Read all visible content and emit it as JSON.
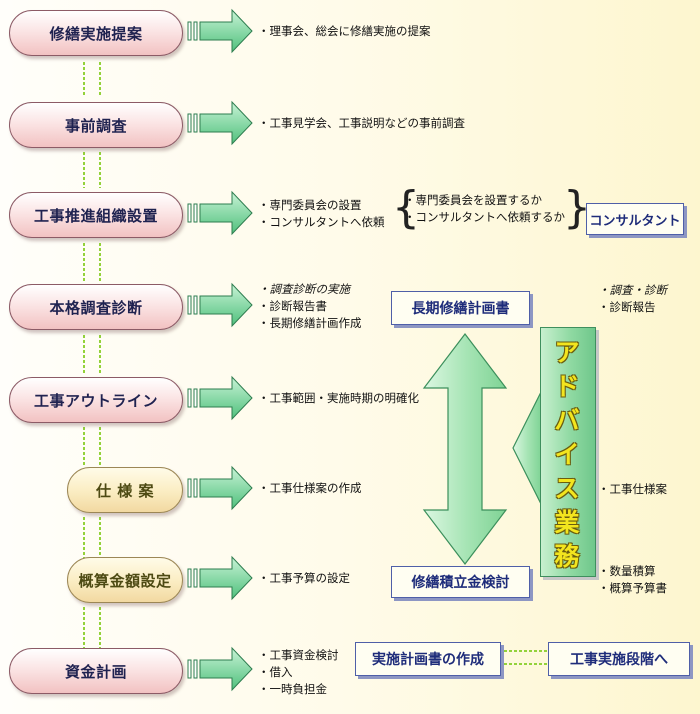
{
  "steps": [
    {
      "label": "修繕実施提案"
    },
    {
      "label": "事前調査"
    },
    {
      "label": "工事推進組織設置"
    },
    {
      "label": "本格調査診断"
    },
    {
      "label": "工事アウトライン"
    },
    {
      "label": "仕 様 案"
    },
    {
      "label": "概算金額設定"
    },
    {
      "label": "資金計画"
    }
  ],
  "descriptions": {
    "d0": [
      "・理事会、総会に修繕実施の提案"
    ],
    "d1": [
      "・工事見学会、工事説明などの事前調査"
    ],
    "d2": [
      "・専門委員会の設置",
      "・コンサルタントへ依頼"
    ],
    "d3": [
      "・調査診断の実施",
      "・診断報告書",
      "・長期修繕計画作成"
    ],
    "d4": [
      "・工事範囲・実施時期の明確化"
    ],
    "d5": [
      "・工事仕様案の作成"
    ],
    "d6": [
      "・工事予算の設定"
    ],
    "d7": [
      "・工事資金検討",
      "・借入",
      "・一時負担金"
    ]
  },
  "choice_lines": [
    "・専門委員会を設置するか",
    "・コンサルタントへ依頼するか"
  ],
  "boxes": {
    "consultant": "コンサルタント",
    "long_term_plan": "長期修繕計画書",
    "reserve_fund": "修繕積立金検討",
    "implementation_plan": "実施計画書の作成",
    "construction_phase": "工事実施段階へ"
  },
  "advice": {
    "chars": [
      "ア",
      "ド",
      "バ",
      "イ",
      "ス",
      "業",
      "務"
    ]
  },
  "right_notes": {
    "n1": [
      "・調査・診断",
      "・診断報告"
    ],
    "n2": [
      "・工事仕様案"
    ],
    "n3": [
      "・数量積算",
      "・概算予算書"
    ]
  }
}
